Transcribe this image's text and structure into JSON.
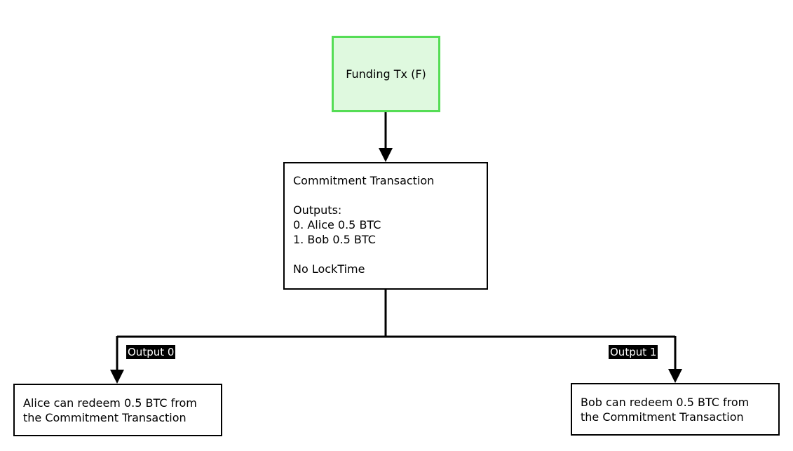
{
  "nodes": {
    "funding": {
      "label": "Funding Tx (F)",
      "fill_color": "#dff9df",
      "border_color": "#55dd55"
    },
    "commitment": {
      "title": "Commitment Transaction",
      "outputs_heading": "Outputs:",
      "outputs": [
        "0. Alice 0.5 BTC",
        "1. Bob 0.5 BTC"
      ],
      "locktime": "No LockTime"
    },
    "alice_redeem": {
      "lines": [
        "Alice can redeem 0.5 BTC from",
        "the Commitment Transaction"
      ]
    },
    "bob_redeem": {
      "lines": [
        "Bob can redeem 0.5 BTC from",
        "the Commitment Transaction"
      ]
    }
  },
  "edges": {
    "output_0_label": "Output 0",
    "output_1_label": "Output 1"
  }
}
